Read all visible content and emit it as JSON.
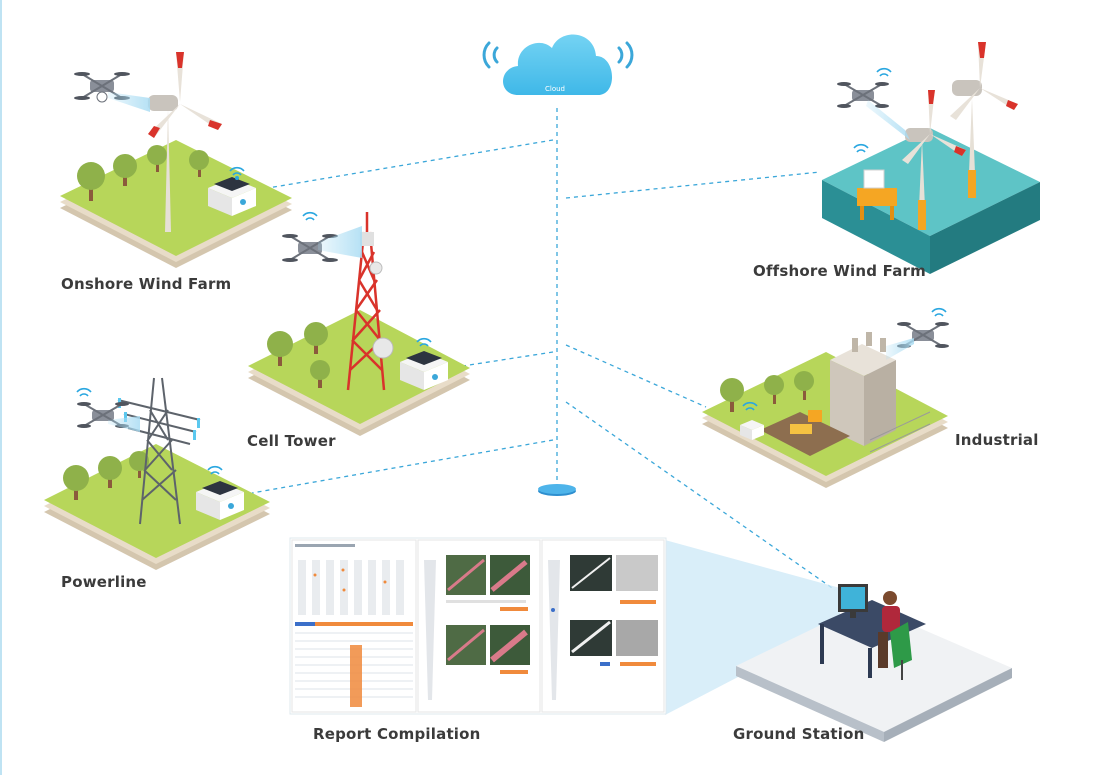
{
  "diagram": {
    "cloud_label": "Cloud",
    "nodes": [
      {
        "id": "onshore",
        "label": "Onshore Wind Farm"
      },
      {
        "id": "offshore",
        "label": "Offshore Wind Farm"
      },
      {
        "id": "celltower",
        "label": "Cell Tower"
      },
      {
        "id": "industrial",
        "label": "Industrial"
      },
      {
        "id": "powerline",
        "label": "Powerline"
      },
      {
        "id": "report",
        "label": "Report Compilation"
      },
      {
        "id": "ground",
        "label": "Ground Station"
      }
    ]
  },
  "colors": {
    "grass": "#b7d65a",
    "grass_dark": "#9cbf45",
    "soil": "#e8dcc8",
    "soil_dark": "#d4c6ae",
    "cloud": "#5bc8ef",
    "link": "#3ba7d9",
    "tree": "#8fb14a",
    "water": "#3fb3b5",
    "tower_red": "#d9332b",
    "beam": "#a9dcf3"
  },
  "icons": [
    "drone-icon",
    "wifi-icon",
    "cloud-icon",
    "wind-turbine-icon",
    "cell-tower-icon",
    "factory-icon",
    "pylon-icon",
    "sensor-box-icon",
    "desk-operator-icon"
  ]
}
